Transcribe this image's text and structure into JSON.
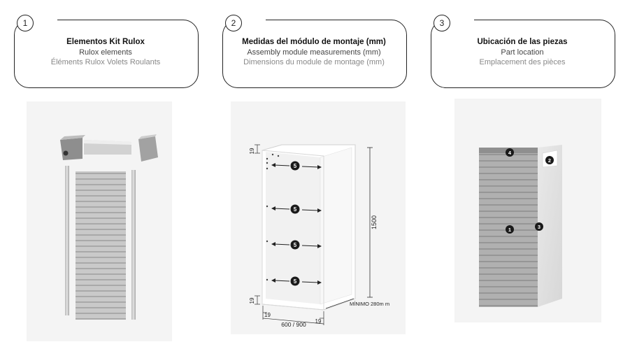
{
  "steps": [
    {
      "number": "1",
      "title": "Elementos Kit Rulox",
      "subtitle_en": "Rulox elements",
      "subtitle_fr": "Éléments Rulox Volets Roulants"
    },
    {
      "number": "2",
      "title": "Medidas del módulo de montaje (mm)",
      "subtitle_en": "Assembly module measurements (mm)",
      "subtitle_fr": "Dimensions du module de montage (mm)"
    },
    {
      "number": "3",
      "title": "Ubicación de las piezas",
      "subtitle_en": "Part location",
      "subtitle_fr": "Emplacement des pièces"
    }
  ],
  "module": {
    "height_label": "1500",
    "width_label": "600 / 900",
    "top_offset": "19",
    "bottom_offset": "19",
    "left_offset": "19",
    "right_offset": "19",
    "min_depth": "MÍNIMO 280m m",
    "hole_marker": "5"
  },
  "parts": {
    "curtain": "1",
    "side_box": "2",
    "rail": "3",
    "top_box": "4"
  }
}
